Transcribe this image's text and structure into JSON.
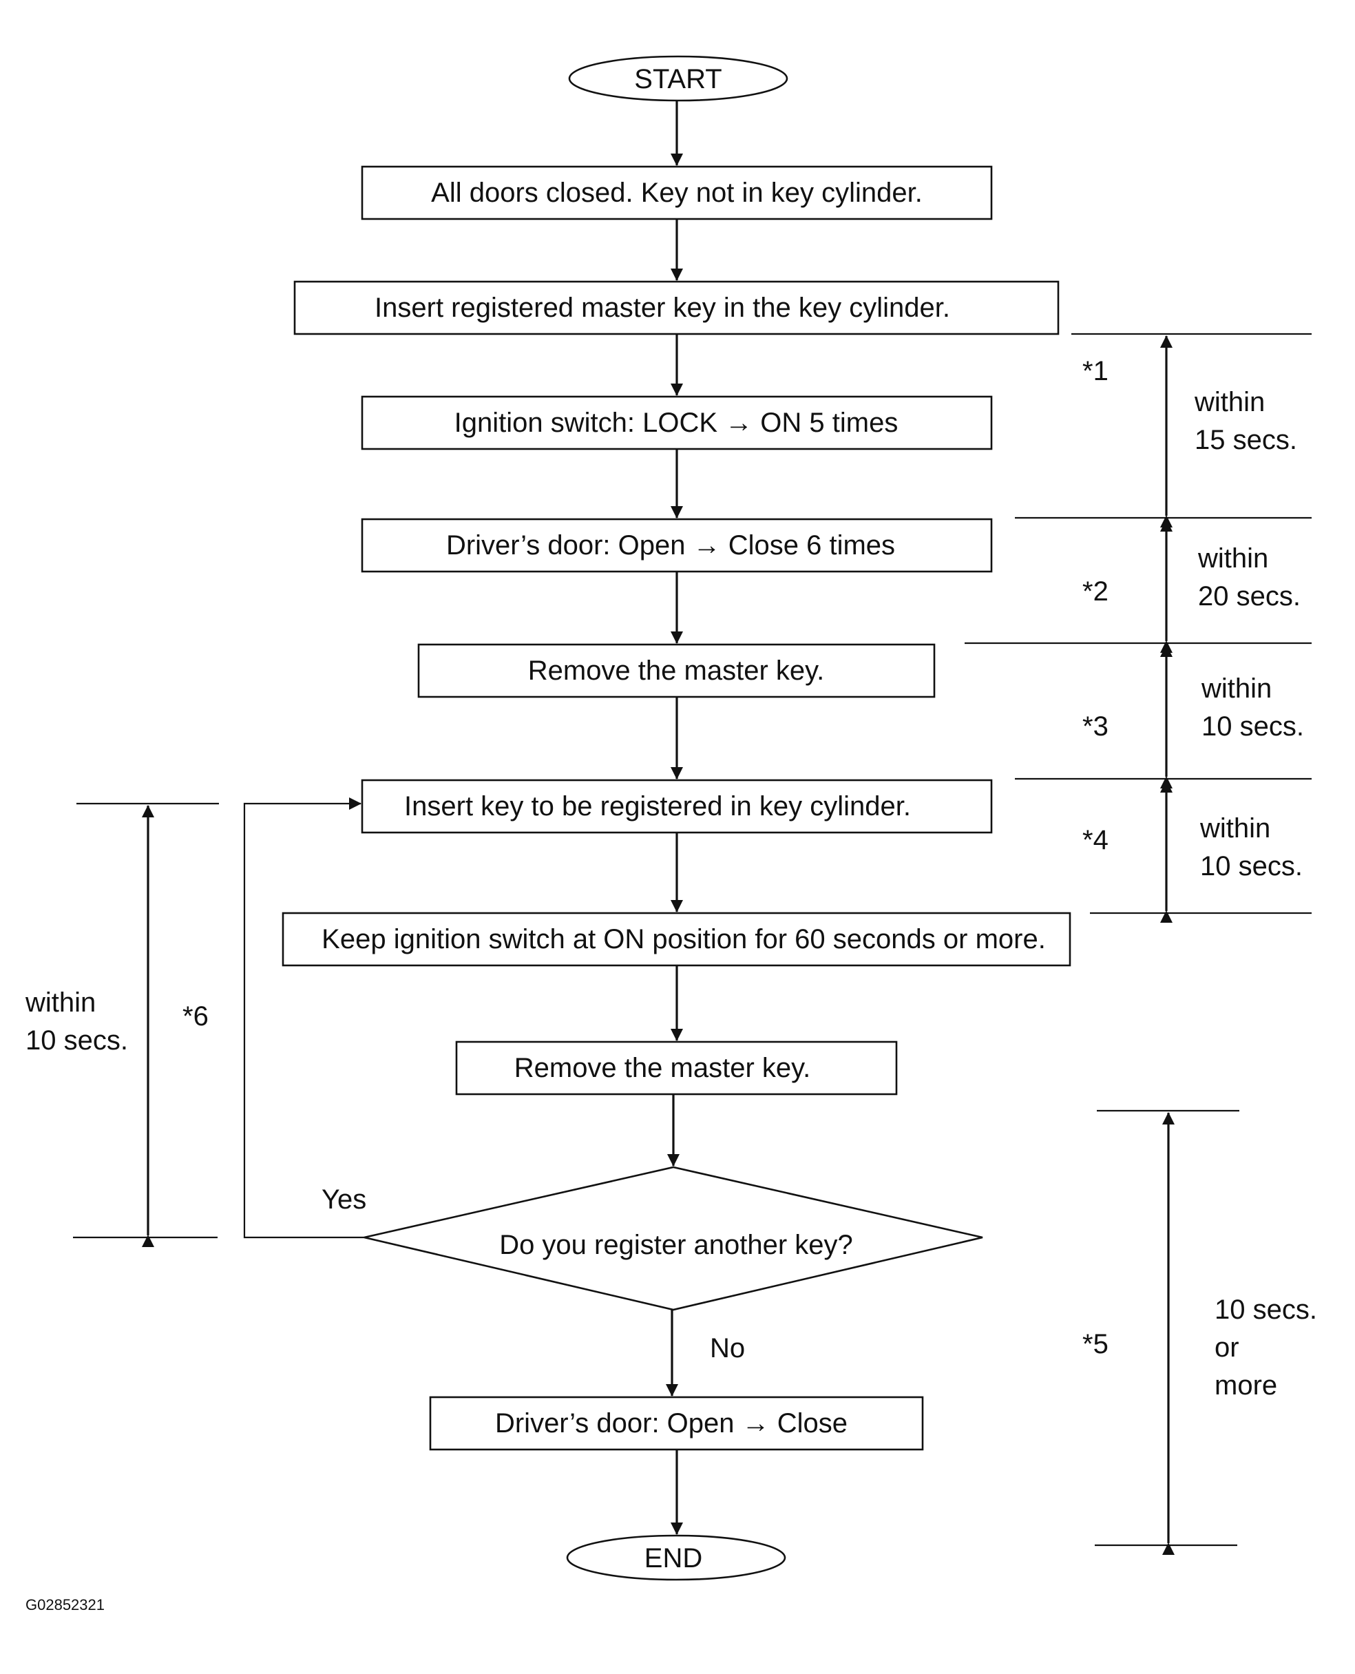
{
  "flowchart": {
    "start": "START",
    "end": "END",
    "steps": [
      "All doors closed. Key not in key cylinder.",
      "Insert registered master key in the key cylinder.",
      "Ignition switch: LOCK → ON 5 times",
      "Driver’s door: Open → Close 6 times",
      "Remove the master key.",
      "Insert key to be registered in key cylinder.",
      "Keep ignition switch at ON position for 60 seconds or more.",
      "Remove the master key.",
      "Driver’s door: Open → Close"
    ],
    "decision": {
      "question": "Do you register another key?",
      "yes_label": "Yes",
      "no_label": "No"
    },
    "intervals": [
      {
        "mark": "*1",
        "line1": "within",
        "line2": "15 secs."
      },
      {
        "mark": "*2",
        "line1": "within",
        "line2": "20 secs."
      },
      {
        "mark": "*3",
        "line1": "within",
        "line2": "10 secs."
      },
      {
        "mark": "*4",
        "line1": "within",
        "line2": "10 secs."
      },
      {
        "mark": "*5",
        "line1": "10 secs.",
        "line2": "or",
        "line3": "more"
      },
      {
        "mark": "*6",
        "line1": "within",
        "line2": "10 secs."
      }
    ]
  },
  "figure_code": "G02852321"
}
